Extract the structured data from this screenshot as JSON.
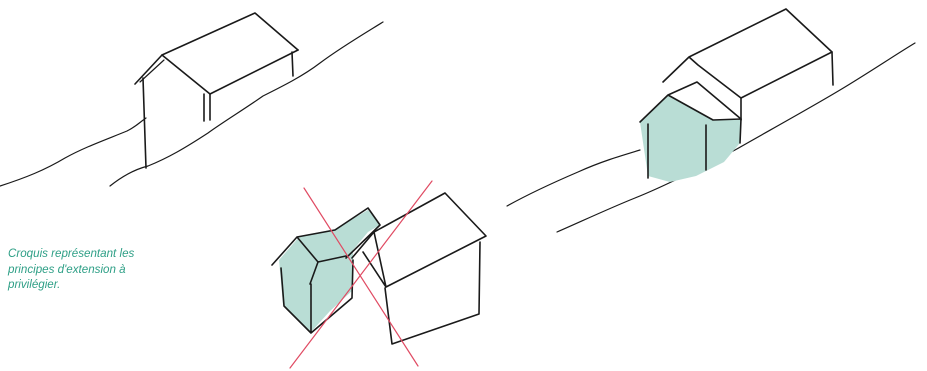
{
  "caption": {
    "lines": [
      "Croquis représentant les",
      "principes d'extension à",
      "privilégier."
    ]
  },
  "colors": {
    "extension_fill": "#b9ddd5",
    "cross_out": "#e04b63",
    "caption": "#2e9f86",
    "ink": "#1a1a1a"
  },
  "sketches": [
    {
      "name": "house-on-slope",
      "extension": false,
      "crossed_out": false
    },
    {
      "name": "house-with-extension-downslope",
      "extension": true,
      "crossed_out": false
    },
    {
      "name": "house-with-misaligned-extension",
      "extension": true,
      "crossed_out": true
    }
  ]
}
